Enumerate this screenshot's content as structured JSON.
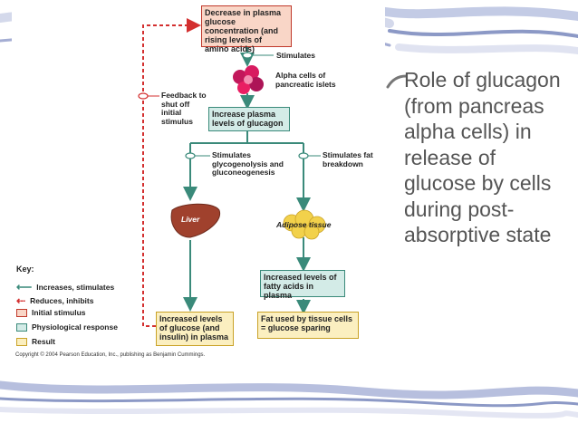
{
  "slide": {
    "bullet_text": "Role of glucagon (from pancreas alpha cells) in release of glucose by cells during post-absorptive state"
  },
  "diagram": {
    "initial_stimulus": "Decrease in plasma glucose concentration (and rising levels of amino acids)",
    "stimulates_1": "Stimulates",
    "alpha_cells": "Alpha cells of pancreatic islets",
    "feedback": "Feedback to shut off initial stimulus",
    "increase_glucagon": "Increase plasma levels of glucagon",
    "stimulates_left": "Stimulates glycogenolysis and gluconeogenesis",
    "stimulates_right": "Stimulates fat breakdown",
    "liver": "Liver",
    "adipose": "Adipose tissue",
    "fatty_acids": "Increased levels of fatty acids in plasma",
    "result_glucose": "Increased levels of glucose (and insulin) in plasma",
    "fat_used": "Fat used by tissue cells = glucose sparing",
    "copyright": "Copyright © 2004 Pearson Education, Inc., publishing as Benjamin Cummings."
  },
  "key": {
    "title": "Key:",
    "items": [
      {
        "label": "Increases, stimulates",
        "color": "#3a8a7a"
      },
      {
        "label": "Reduces, inhibits",
        "color": "#d32f2f"
      },
      {
        "label": "Initial stimulus",
        "color": "#f9d6c7"
      },
      {
        "label": "Physiological response",
        "color": "#d3ebe7"
      },
      {
        "label": "Result",
        "color": "#fbefc0"
      }
    ]
  }
}
